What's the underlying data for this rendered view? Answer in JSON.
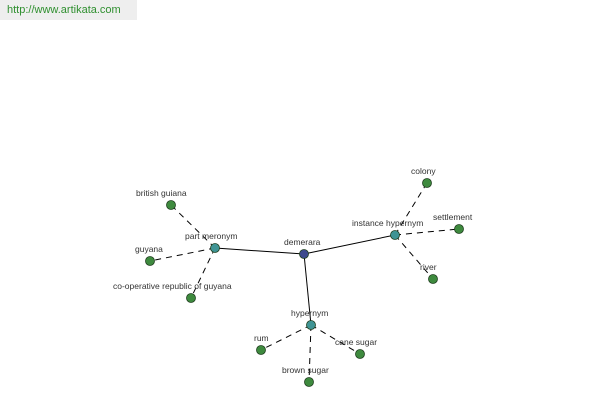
{
  "header": {
    "url": "http://www.artikata.com"
  },
  "colors": {
    "center": "#3d4a8e",
    "relation": "#3f9494",
    "leaf": "#3e8a3e",
    "node_stroke": "#1f3f1f",
    "url_background": "#eeeeee",
    "url_text": "#2f8f2f"
  },
  "graph": {
    "center": {
      "label": "demerara"
    },
    "relations": [
      {
        "label": "part meronym",
        "leaves": [
          {
            "label": "british guiana"
          },
          {
            "label": "guyana"
          },
          {
            "label": "co-operative republic of guyana"
          }
        ]
      },
      {
        "label": "instance hypernym",
        "leaves": [
          {
            "label": "colony"
          },
          {
            "label": "settlement"
          },
          {
            "label": "river"
          }
        ]
      },
      {
        "label": "hypernym",
        "leaves": [
          {
            "label": "rum"
          },
          {
            "label": "cane sugar"
          },
          {
            "label": "brown sugar"
          }
        ]
      }
    ]
  }
}
